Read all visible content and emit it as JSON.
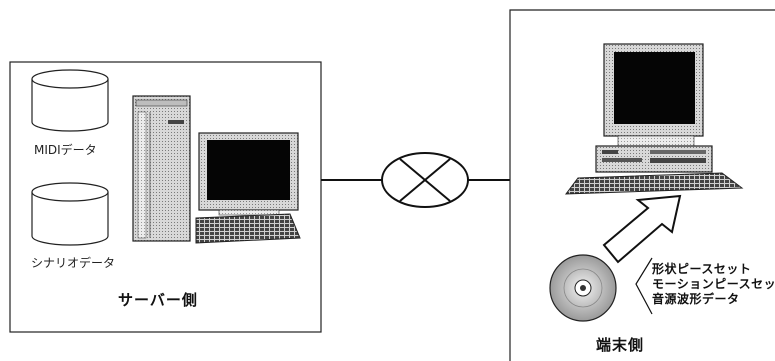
{
  "server": {
    "db_midi_label": "MIDIデータ",
    "db_scenario_label": "シナリオデータ",
    "caption": "サーバー側"
  },
  "terminal": {
    "caption": "端末側",
    "content_items": [
      "形状ピースセット",
      "モーションピースセット",
      "音源波形データ"
    ]
  }
}
